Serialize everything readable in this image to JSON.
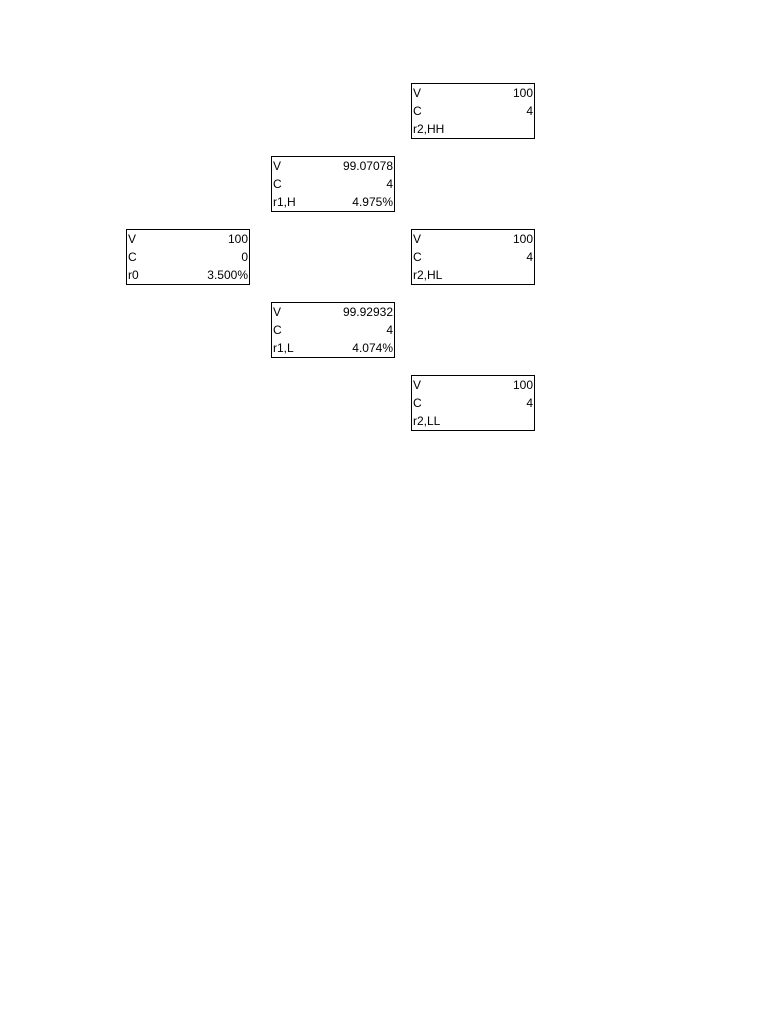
{
  "nodes": {
    "r2hh": {
      "v_label": "V",
      "v_value": "100",
      "c_label": "C",
      "c_value": "4",
      "r_label": "r2,HH",
      "r_value": ""
    },
    "r1h": {
      "v_label": "V",
      "v_value": "99.07078",
      "c_label": "C",
      "c_value": "4",
      "r_label": "r1,H",
      "r_value": "4.975%"
    },
    "r0": {
      "v_label": "V",
      "v_value": "100",
      "c_label": "C",
      "c_value": "0",
      "r_label": "r0",
      "r_value": "3.500%"
    },
    "r2hl": {
      "v_label": "V",
      "v_value": "100",
      "c_label": "C",
      "c_value": "4",
      "r_label": "r2,HL",
      "r_value": ""
    },
    "r1l": {
      "v_label": "V",
      "v_value": "99.92932",
      "c_label": "C",
      "c_value": "4",
      "r_label": "r1,L",
      "r_value": "4.074%"
    },
    "r2ll": {
      "v_label": "V",
      "v_value": "100",
      "c_label": "C",
      "c_value": "4",
      "r_label": "r2,LL",
      "r_value": ""
    }
  }
}
